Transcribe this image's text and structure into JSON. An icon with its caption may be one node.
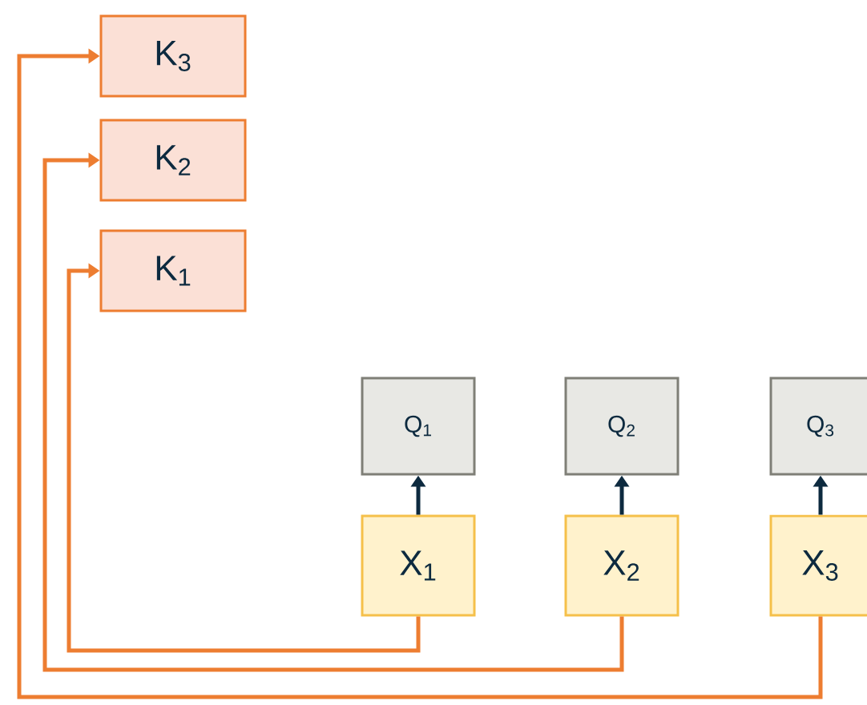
{
  "diagram": {
    "nodes": [
      {
        "text": [
          "K$_{3}$"
        ]
      },
      {
        "text": [
          "K$_{2}$"
        ]
      },
      {
        "text": [
          "K$_{1}$"
        ]
      },
      {
        "text": [
          "Q$_{1}$"
        ]
      },
      {
        "text": [
          "Q$_{2}$"
        ]
      },
      {
        "text": [
          "Q$_{3}$"
        ]
      },
      {
        "text": [
          "X$_{1}$"
        ]
      },
      {
        "text": [
          "X$_{2}$"
        ]
      },
      {
        "text": [
          "X$_{3}$"
        ]
      }
    ],
    "edges": [
      {
        "from": 6,
        "to": 3,
        "arrow": "to"
      },
      {
        "from": 7,
        "to": 4,
        "arrow": "to"
      },
      {
        "from": 8,
        "to": 5,
        "arrow": "to"
      },
      {
        "from": 6,
        "to": 2,
        "arrow": "to",
        "color": "#ed7d31"
      },
      {
        "from": 7,
        "to": 1,
        "arrow": "to",
        "color": "#ed7d31"
      },
      {
        "from": 8,
        "to": 0,
        "arrow": "to",
        "color": "#ed7d31"
      }
    ]
  }
}
